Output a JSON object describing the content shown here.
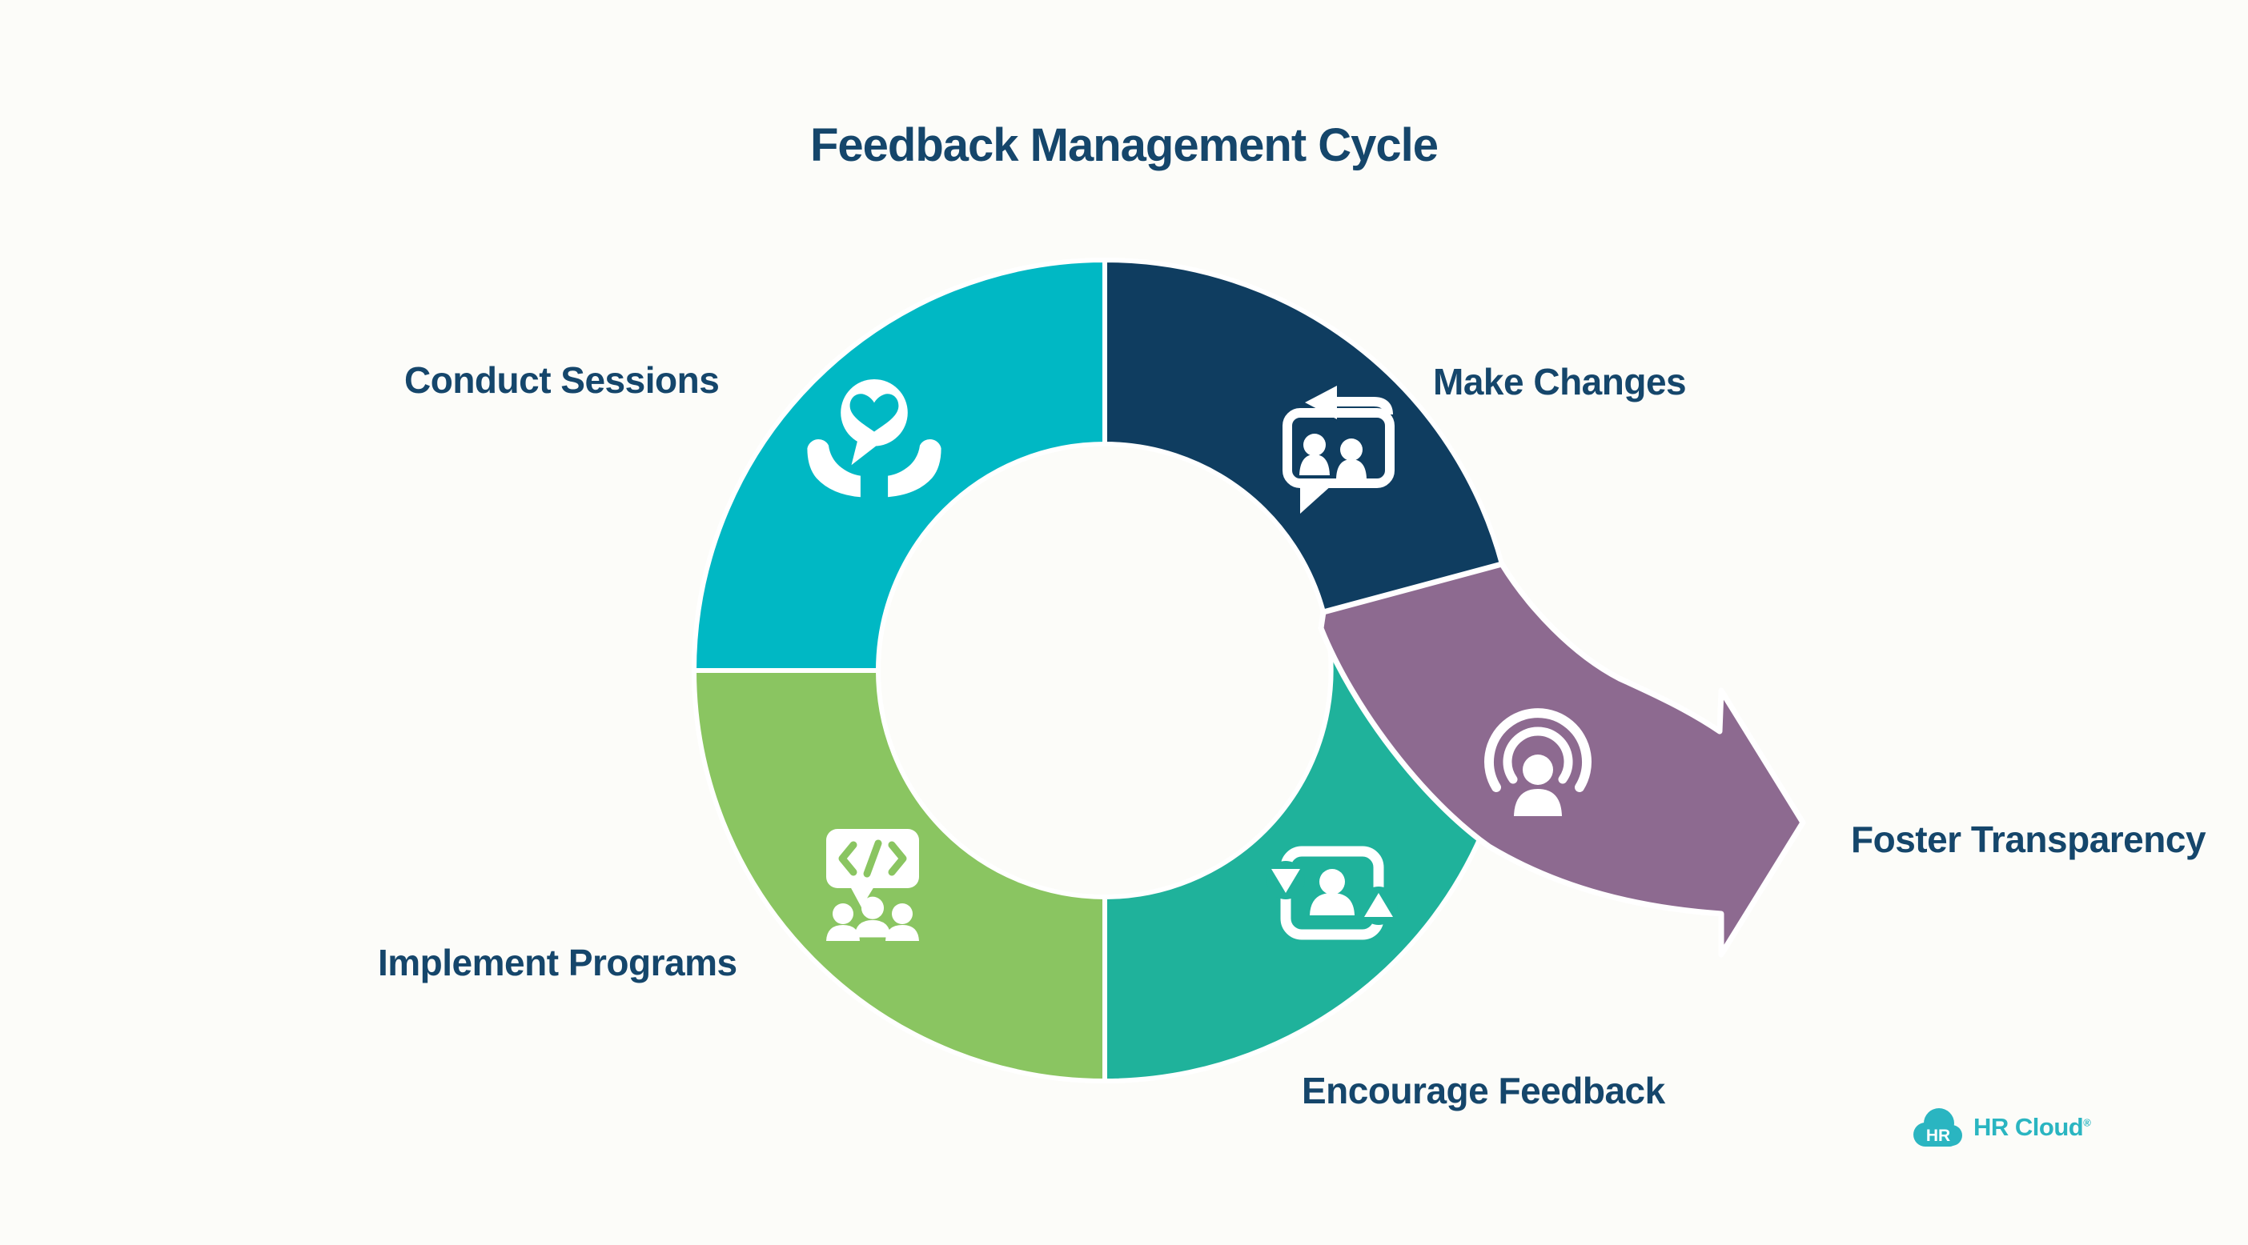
{
  "title": "Feedback Management Cycle",
  "background": "#fcfcf9",
  "text_color": "#15466b",
  "steps": [
    {
      "id": "conduct-sessions",
      "label": "Conduct Sessions",
      "color": "#00b8c4",
      "icon": "hands-holding-heart-bubble-icon"
    },
    {
      "id": "make-changes",
      "label": "Make Changes",
      "color": "#0f3d60",
      "icon": "people-chat-return-arrow-icon"
    },
    {
      "id": "foster-transparency",
      "label": "Foster Transparency",
      "color": "#8d6a90",
      "icon": "broadcast-person-icon"
    },
    {
      "id": "encourage-feedback",
      "label": "Encourage Feedback",
      "color": "#1fb29b",
      "icon": "person-sync-arrows-icon"
    },
    {
      "id": "implement-programs",
      "label": "Implement Programs",
      "color": "#8ac561",
      "icon": "code-bubble-people-icon"
    }
  ],
  "logo": {
    "badge": "HR",
    "text": "HR Cloud",
    "reg": "®",
    "color": "#2ab5c1"
  }
}
